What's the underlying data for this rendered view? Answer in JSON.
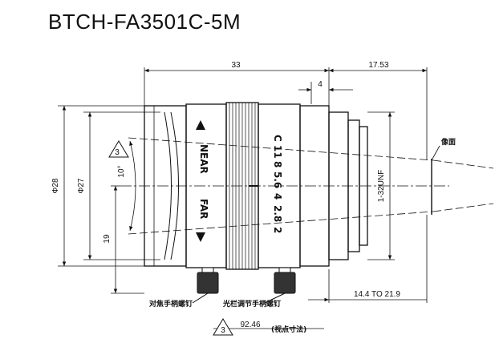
{
  "title": "BTCH-FA3501C-5M",
  "dimensions": {
    "total_length": "33",
    "back_focus": "17.53",
    "mount_step": "4",
    "outer_diameter": "Φ28",
    "inner_diameter": "Φ27",
    "height_19": "19",
    "angle": "10°",
    "thread": "1-32UNF",
    "flange_range": "14.4 TO 21.9",
    "field_of_view": "92.46"
  },
  "labels": {
    "image_plane": "像面",
    "focus_screw": "对焦手柄螺钉",
    "iris_screw": "光栏调节手柄螺钉",
    "fov_note": "(视点寸法)",
    "note_ref": "3"
  },
  "focus_ring": {
    "near": "NEAR",
    "far": "FAR"
  },
  "aperture_scale": [
    "C",
    "11",
    "8",
    "5.6",
    "4",
    "2.8",
    "2"
  ]
}
